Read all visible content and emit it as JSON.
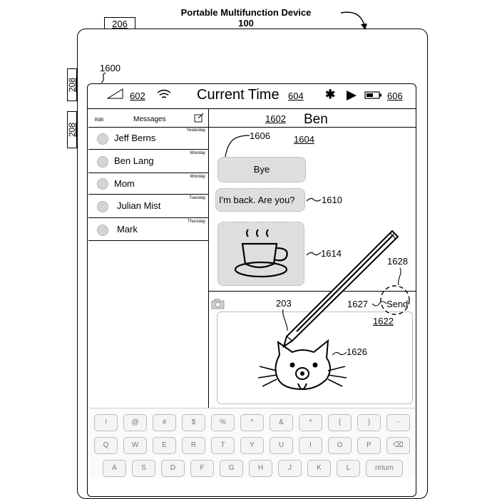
{
  "header": {
    "title": "Portable Multifunction Device",
    "number": "100",
    "device_ref": "206",
    "side_ref_upper": "208",
    "side_ref_lower": "208",
    "figure_ref": "1600"
  },
  "status_bar": {
    "signal_ref": "602",
    "time_label": "Current Time",
    "time_ref": "604",
    "battery_ref": "606"
  },
  "sidebar": {
    "edit_label": "Edit",
    "title": "Messages",
    "items": [
      {
        "name": "Jeff Berns",
        "day": "Yesterday"
      },
      {
        "name": "Ben Lang",
        "day": "Monday"
      },
      {
        "name": "Mom",
        "day": "Monday"
      },
      {
        "name": "Julian Mist",
        "day": "Tuesday"
      },
      {
        "name": "Mark",
        "day": "Thursday"
      }
    ]
  },
  "conversation": {
    "header_ref": "1602",
    "contact": "Ben",
    "thread_ref": "1604",
    "bubble1_ref": "1606",
    "bubble1_text": "Bye",
    "bubble2_text": "I'm back. Are you?",
    "bubble2_ref": "1610",
    "image_ref": "1614"
  },
  "compose": {
    "stylus_ref": "203",
    "send_label": "Send",
    "send_ref": "1627",
    "highlight_ref": "1628",
    "area_ref": "1622",
    "drawing_ref": "1626"
  },
  "keyboard": {
    "row1": [
      "!",
      "@",
      "#",
      "$",
      "%",
      "^",
      "&",
      "*",
      "(",
      ")",
      "-"
    ],
    "row2": [
      "Q",
      "W",
      "E",
      "R",
      "T",
      "Y",
      "U",
      "I",
      "O",
      "P",
      "⌫"
    ],
    "row3": [
      "A",
      "S",
      "D",
      "F",
      "G",
      "H",
      "J",
      "K",
      "L",
      "return"
    ]
  }
}
